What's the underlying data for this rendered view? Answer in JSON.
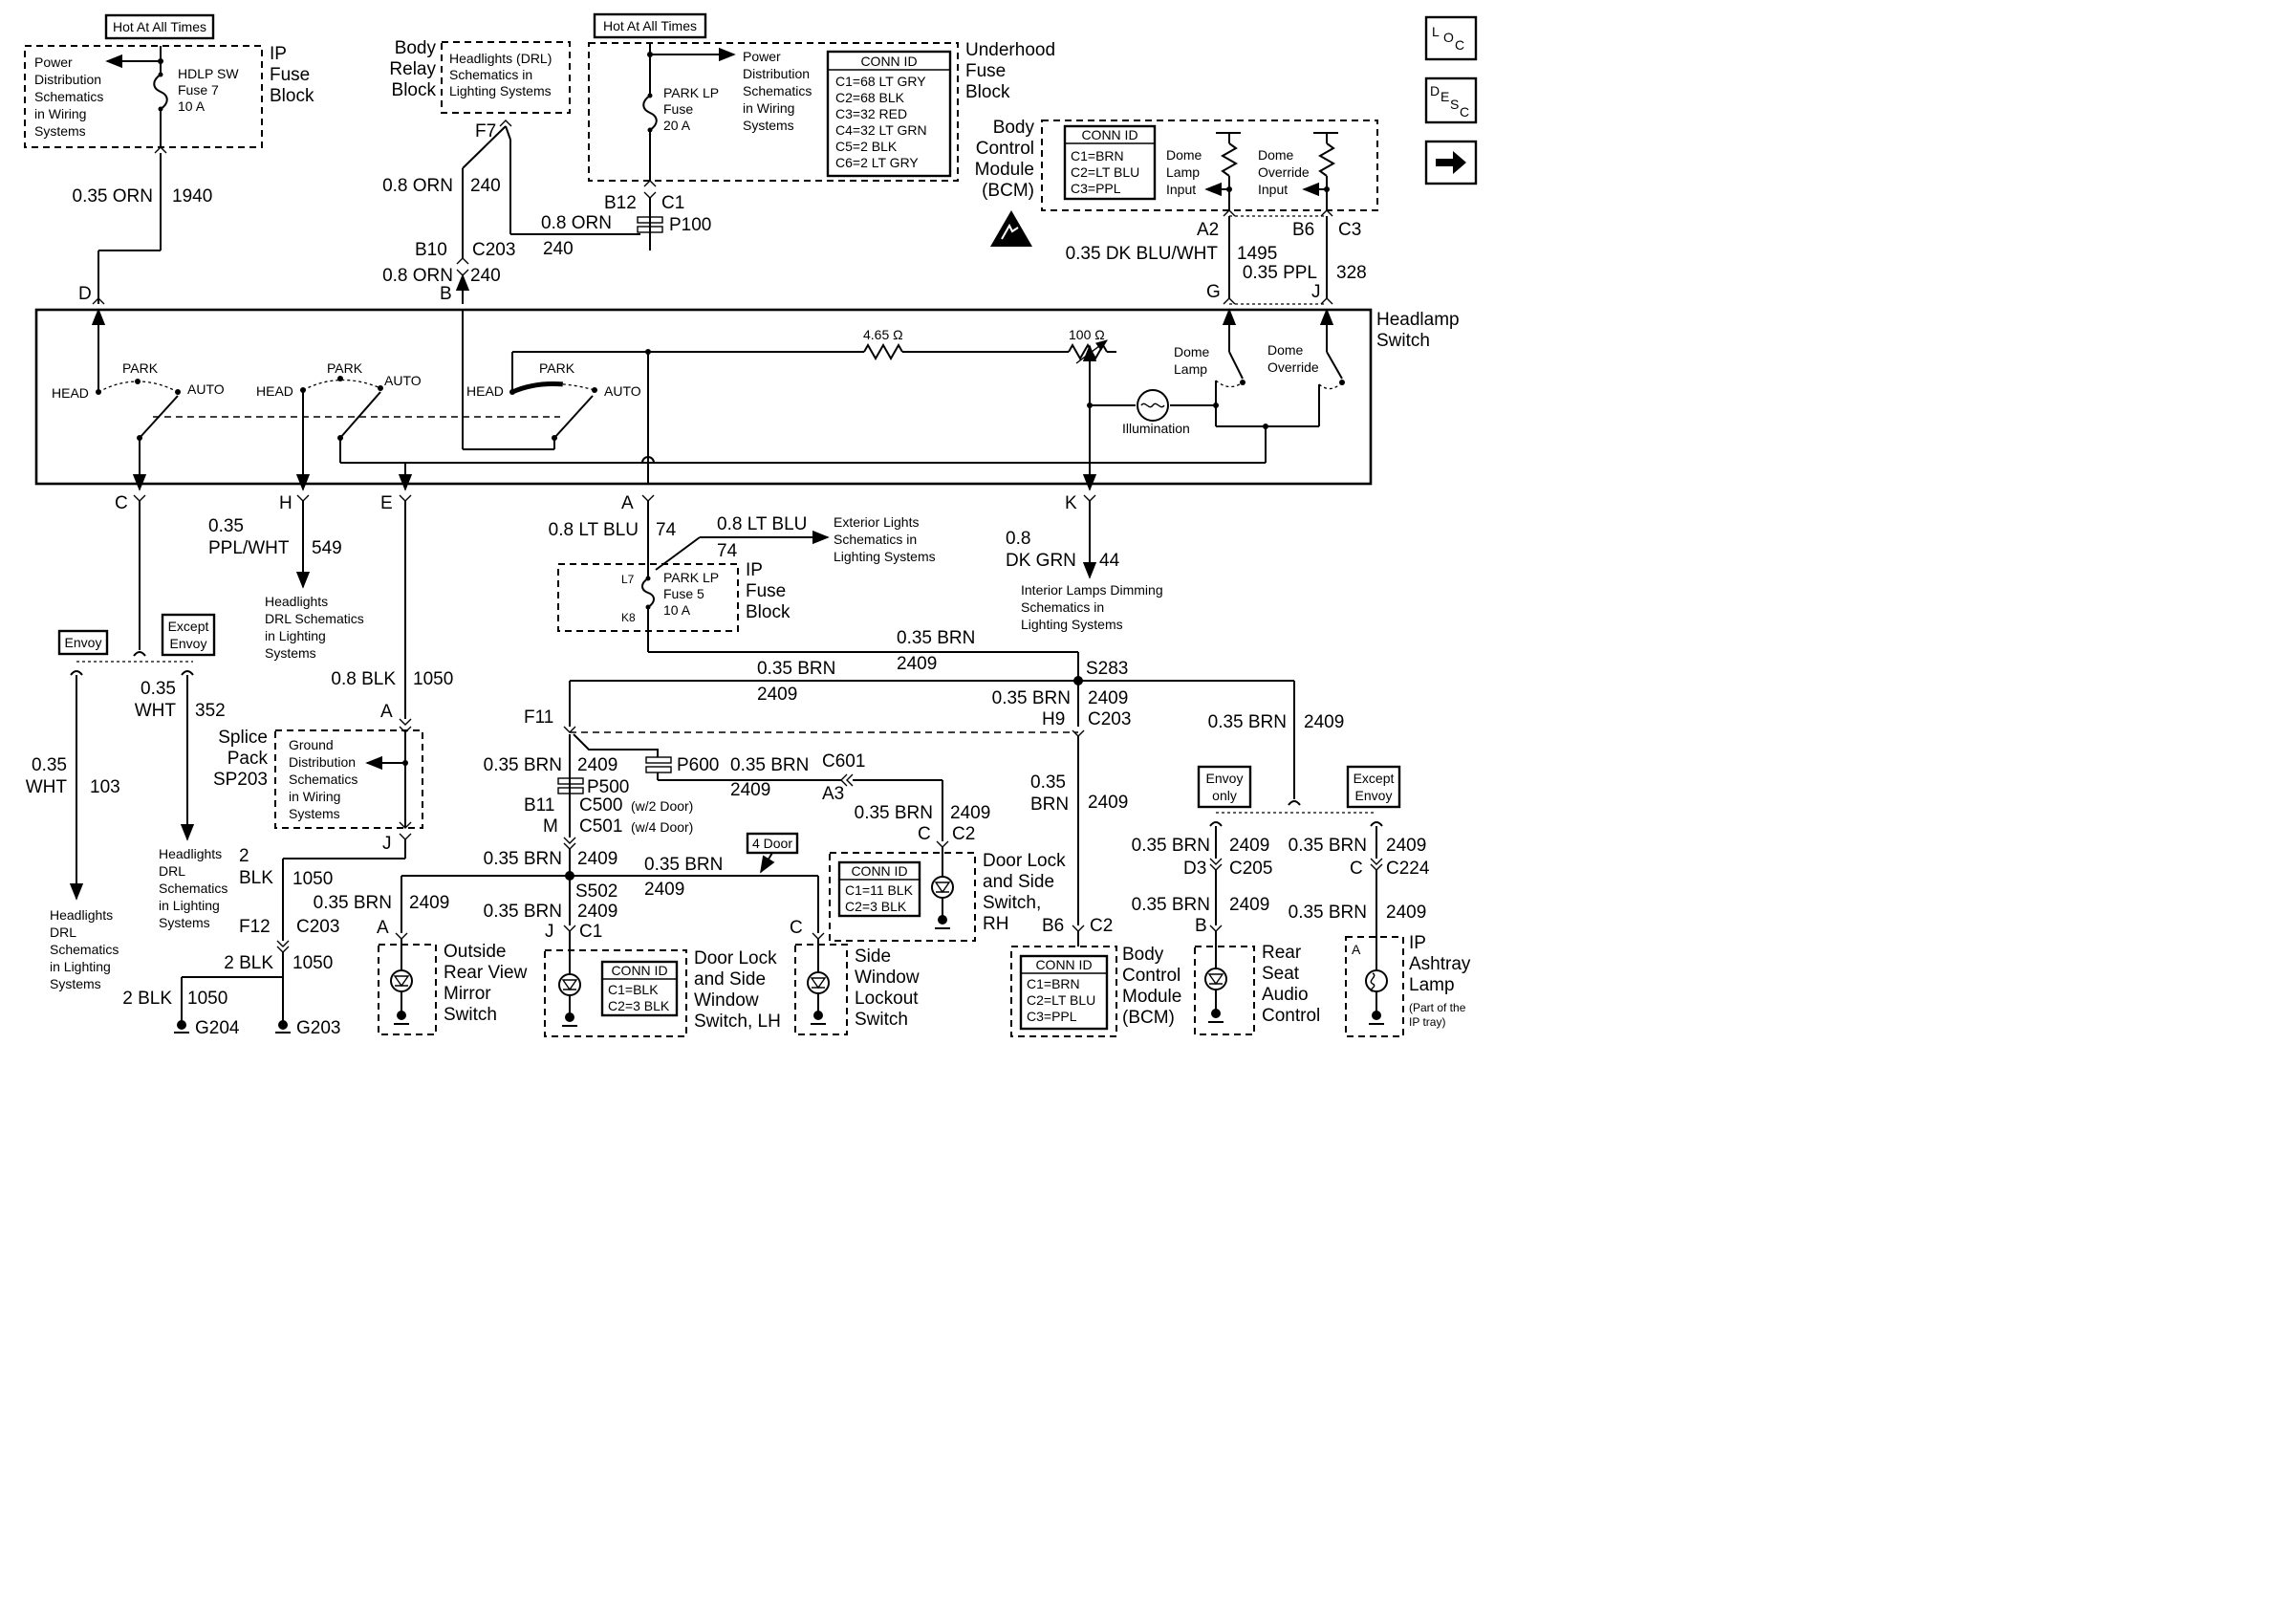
{
  "hot_labels": {
    "left": "Hot At All Times",
    "middle": "Hot At All Times"
  },
  "ip_fuse_top": {
    "title": "IP\nFuse\nBlock",
    "dest": "Power\nDistribution\nSchematics\nin Wiring\nSystems",
    "fuse": "HDLP SW\nFuse 7\n10 A"
  },
  "body_relay": {
    "title": "Body\nRelay\nBlock",
    "note": "Headlights (DRL)\nSchematics in\nLighting Systems",
    "pin": "F7"
  },
  "underhood": {
    "title": "Underhood\nFuse\nBlock",
    "fuse": "PARK LP\nFuse\n20 A",
    "dest": "Power\nDistribution\nSchematics\nin Wiring\nSystems",
    "conn_title": "CONN ID",
    "conn": [
      "C1=68 LT GRY",
      "C2=68 BLK",
      "C3=32 RED",
      "C4=32 LT GRN",
      "C5=2 BLK",
      "C6=2 LT GRY"
    ]
  },
  "bcm_top": {
    "title": "Body\nControl\nModule\n(BCM)",
    "conn_title": "CONN ID",
    "conn": [
      "C1=BRN",
      "C2=LT BLU",
      "C3=PPL"
    ],
    "dome_lamp": "Dome\nLamp\nInput",
    "dome_override": "Dome\nOverride\nInput"
  },
  "side_icons": {
    "loc": "LOC",
    "desc": "DESC"
  },
  "headlamp_switch": {
    "title": "Headlamp\nSwitch",
    "head": "HEAD",
    "park": "PARK",
    "auto": "AUTO",
    "r1": "4.65 Ω",
    "r2": "100 Ω",
    "illumination": "Illumination",
    "dome_lamp": "Dome\nLamp",
    "dome_override": "Dome\nOverride"
  },
  "pins": {
    "D": "D",
    "B": "B",
    "G": "G",
    "J": "J",
    "C": "C",
    "H": "H",
    "E": "E",
    "A": "A",
    "K": "K",
    "B10": "B10",
    "C203": "C203",
    "B12": "B12",
    "C1": "C1",
    "P100": "P100",
    "A2": "A2",
    "B6": "B6",
    "C3": "C3"
  },
  "wires": {
    "w1940": "0.35 ORN",
    "c1940": "1940",
    "w240a": "0.8 ORN",
    "c240a": "240",
    "w240b": "0.8 ORN",
    "c240b": "240",
    "w240c": "0.8 ORN",
    "c240c": "240",
    "w1495": "0.35 DK BLU/WHT",
    "c1495": "1495",
    "w328": "0.35 PPL",
    "c328": "328",
    "w549": "0.35\nPPL/WHT",
    "c549": "549",
    "w74a": "0.8 LT BLU",
    "c74a": "74",
    "w74b": "0.8 LT BLU",
    "c74b": "74",
    "w44": "0.8\nDK GRN",
    "c44": "44",
    "w1050a": "0.8 BLK",
    "c1050a": "1050",
    "w352": "0.35\nWHT",
    "c352": "352",
    "w103": "0.35\nWHT",
    "c103": "103",
    "w1050b": "2\nBLK",
    "c1050b": "1050",
    "w1050c": "2 BLK",
    "c1050c": "1050",
    "w1050d": "2 BLK",
    "c1050d": "1050"
  },
  "ip_fuse_mid": {
    "title": "IP\nFuse\nBlock",
    "fuse": "PARK LP\nFuse 5\n10 A",
    "l7": "L7",
    "k8": "K8"
  },
  "ext_lights": "Exterior Lights\nSchematics in\nLighting Systems",
  "int_lamps": "Interior Lamps Dimming\nSchematics in\nLighting Systems",
  "drl_h": "Headlights\nDRL Schematics\nin Lighting\nSystems",
  "drl_except": "Headlights\nDRL\nSchematics\nin Lighting\nSystems",
  "drl_envoy": "Headlights\nDRL\nSchematics\nin Lighting\nSystems",
  "envoy_tags": {
    "envoy": "Envoy",
    "except": "Except\nEnvoy",
    "envoy_only": "Envoy\nonly",
    "except2": "Except\nEnvoy"
  },
  "splice_pack": {
    "title": "Splice\nPack\nSP203",
    "note": "Ground\nDistribution\nSchematics\nin Wiring\nSystems",
    "a": "A",
    "j": "J"
  },
  "grounds": {
    "f12": "F12",
    "c203": "C203",
    "g204": "G204",
    "g203": "G203"
  },
  "brn": {
    "wire": "0.35 BRN",
    "wire2": "0.35\nBRN",
    "circuit": "2409",
    "s283": "S283",
    "s502": "S502",
    "f11": "F11",
    "h9": "H9",
    "c203": "C203",
    "p500": "P500",
    "p600": "P600",
    "c601": "C601",
    "a3": "A3",
    "b11": "B11",
    "m": "M",
    "c500": "C500",
    "c500n": "(w/2 Door)",
    "c501": "C501",
    "c501n": "(w/4 Door)",
    "four_door": "4 Door",
    "c2": "C2",
    "c": "C",
    "b6": "B6",
    "d3": "D3",
    "c205": "C205",
    "b": "B",
    "c224": "C224",
    "a": "A",
    "j": "J",
    "c1": "C1"
  },
  "components": {
    "mirror": "Outside\nRear View\nMirror\nSwitch",
    "door_lh": "Door Lock\nand Side\nWindow\nSwitch, LH",
    "door_lh_conn": [
      "CONN ID",
      "C1=BLK",
      "C2=3 BLK"
    ],
    "side_lockout": "Side\nWindow\nLockout\nSwitch",
    "door_rh": "Door Lock\nand Side\nSwitch,\nRH",
    "door_rh_conn": [
      "CONN ID",
      "C1=11 BLK",
      "C2=3 BLK"
    ],
    "bcm": "Body\nControl\nModule\n(BCM)",
    "bcm_conn": [
      "CONN ID",
      "C1=BRN",
      "C2=LT BLU",
      "C3=PPL"
    ],
    "rear_audio": "Rear\nSeat\nAudio\nControl",
    "ashtray": "IP\nAshtray\nLamp",
    "ashtray_note": "(Part of the\nIP tray)"
  }
}
